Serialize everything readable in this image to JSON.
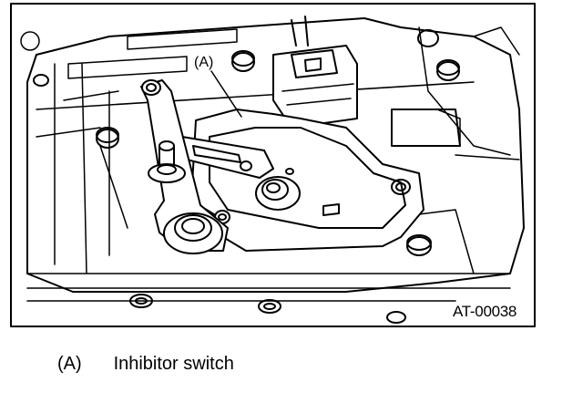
{
  "figure": {
    "callout_label": "(A)",
    "figure_id": "AT-00038"
  },
  "legend": [
    {
      "key": "(A)",
      "text": "Inhibitor switch"
    }
  ]
}
